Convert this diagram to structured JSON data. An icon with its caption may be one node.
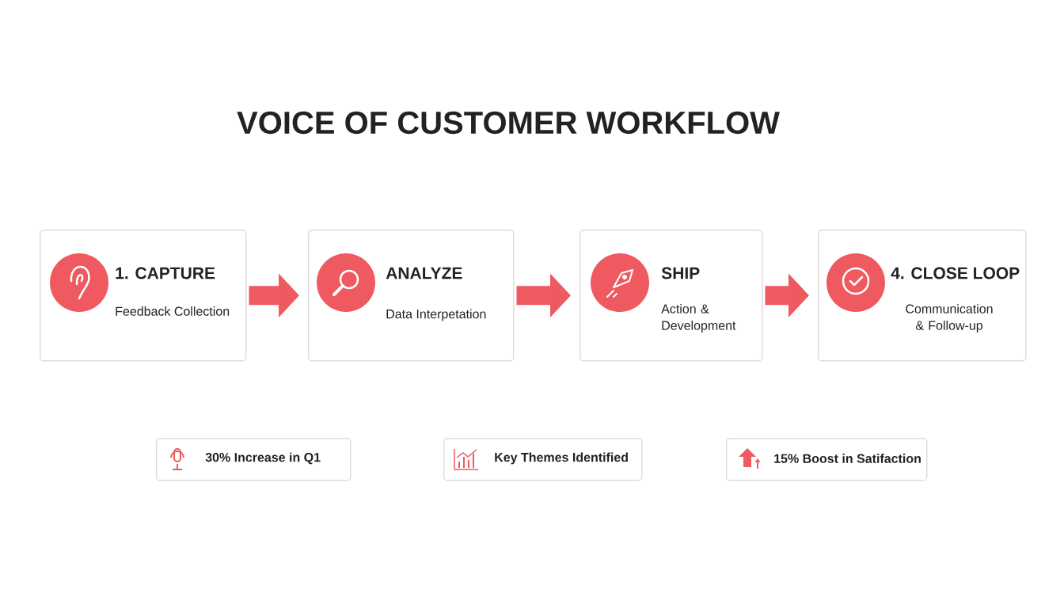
{
  "diagram": {
    "title": "VOICE OF CUSTOMER WORKFLOW",
    "nodes": [
      {
        "text": [
          "1. CAPTURE",
          "Feedback Collection"
        ]
      },
      {
        "text": [
          "ANALYZE",
          "Data Interpetation"
        ]
      },
      {
        "text": [
          "SHIP",
          "Action & Development"
        ]
      },
      {
        "text": [
          "4. CLOSE LOOP",
          "Communication & Follow-up"
        ]
      },
      {
        "text": [
          "30% Increase in Q1"
        ]
      },
      {
        "text": [
          "Key Themes Identified"
        ]
      },
      {
        "text": [
          "15% Boost in Satifaction"
        ]
      }
    ],
    "edges": [
      {
        "from": 0,
        "to": 1,
        "arrow": "to"
      },
      {
        "from": 1,
        "to": 2,
        "arrow": "to"
      },
      {
        "from": 2,
        "to": 3,
        "arrow": "to"
      }
    ]
  }
}
